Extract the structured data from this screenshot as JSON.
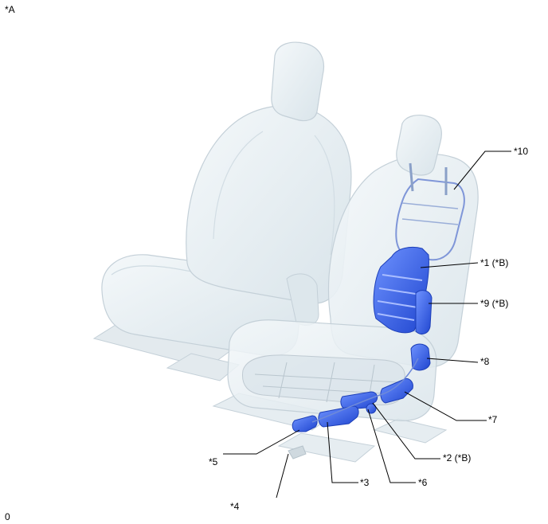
{
  "view_label": "*A",
  "footer_code": "0",
  "callouts": [
    {
      "id": "c10",
      "text": "*10"
    },
    {
      "id": "c1",
      "text": "*1 (*B)"
    },
    {
      "id": "c9",
      "text": "*9 (*B)"
    },
    {
      "id": "c8",
      "text": "*8"
    },
    {
      "id": "c7",
      "text": "*7"
    },
    {
      "id": "c2",
      "text": "*2 (*B)"
    },
    {
      "id": "c6",
      "text": "*6"
    },
    {
      "id": "c3",
      "text": "*3"
    },
    {
      "id": "c4",
      "text": "*4"
    },
    {
      "id": "c5",
      "text": "*5"
    }
  ],
  "colors": {
    "seat_fill": "#e9f0f4",
    "seat_edge": "#c4d0d8",
    "seat_shade": "#d6e1e8",
    "component_blue": "#2f5fe6",
    "component_dark": "#1d3fb8",
    "frame_line": "#7f96d8"
  }
}
